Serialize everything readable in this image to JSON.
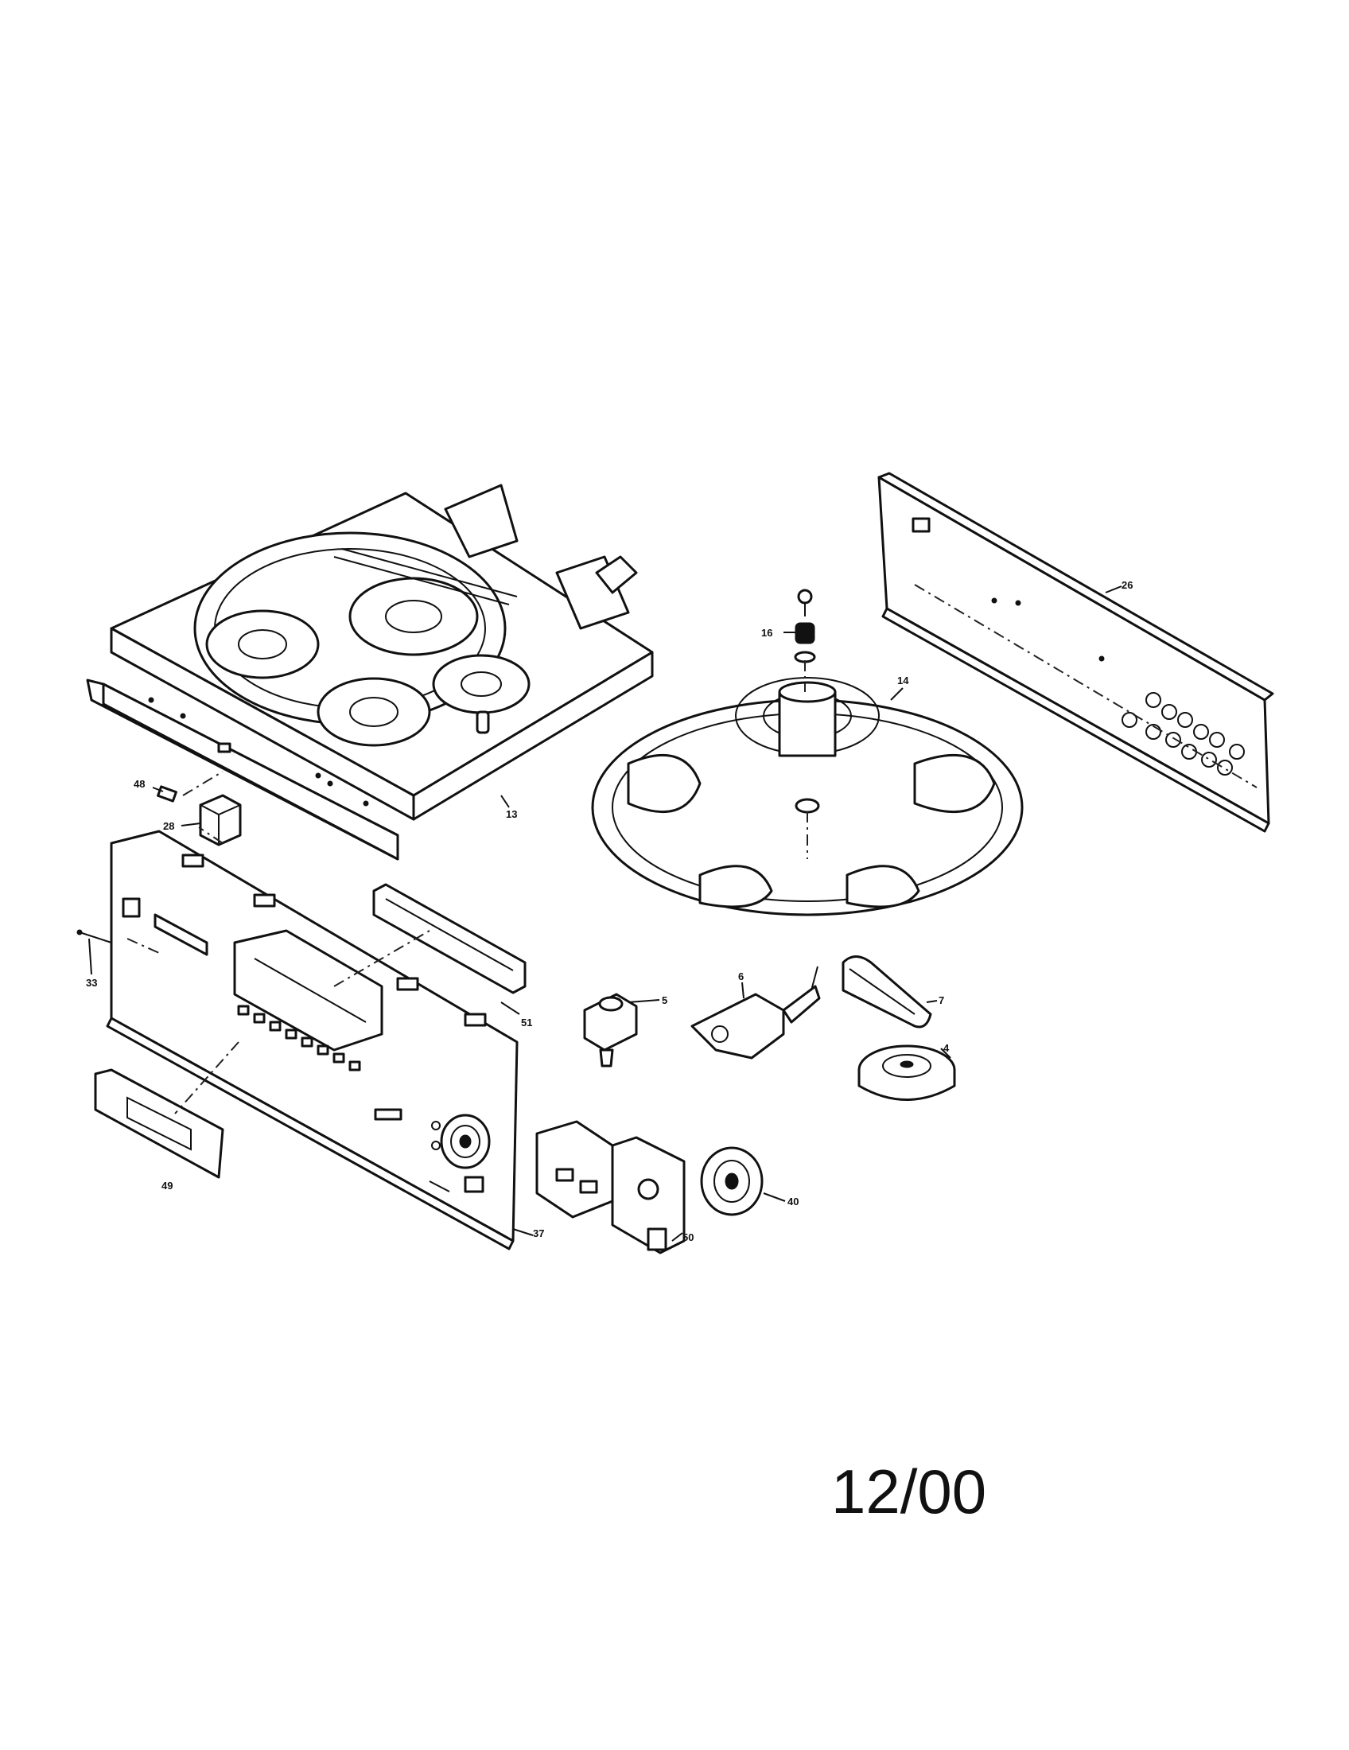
{
  "callouts": {
    "p4": "4",
    "p5": "5",
    "p6": "6",
    "p7": "7",
    "p13": "13",
    "p14": "14",
    "p16": "16",
    "p26": "26",
    "p28": "28",
    "p33": "33",
    "p37": "37",
    "p40": "40",
    "p48": "48",
    "p49": "49",
    "p50": "50",
    "p51": "51"
  },
  "footer": {
    "date": "12/00"
  }
}
